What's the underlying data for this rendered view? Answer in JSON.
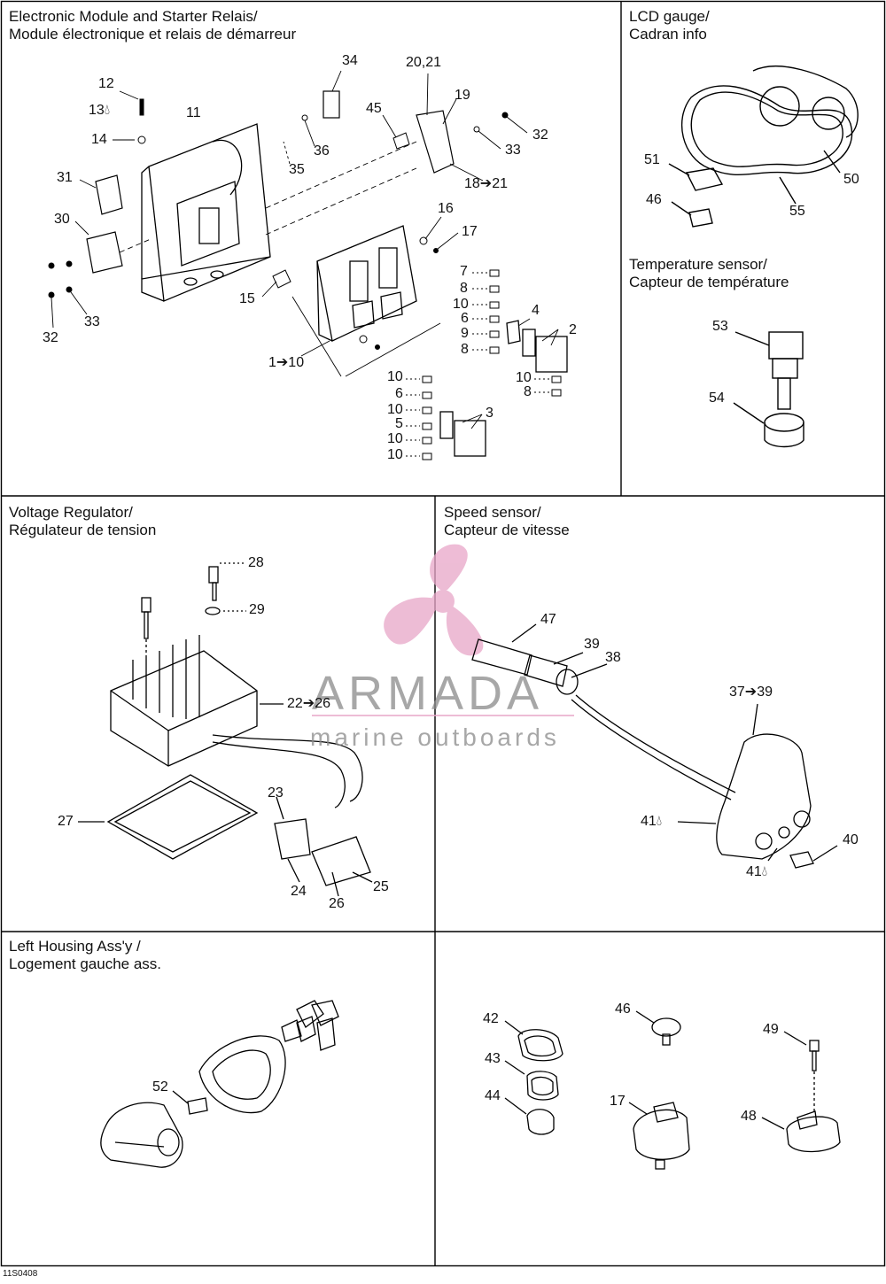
{
  "sections": [
    {
      "id": "electronic-module",
      "title_line1": "Electronic Module and Starter Relais/",
      "title_line2": "Module électronique et relais de démarreur"
    },
    {
      "id": "lcd-gauge",
      "title_line1": "LCD gauge/",
      "title_line2": "Cadran info"
    },
    {
      "id": "temperature-sensor",
      "title_line1": "Temperature sensor/",
      "title_line2": "Capteur de température"
    },
    {
      "id": "voltage-regulator",
      "title_line1": "Voltage Regulator/",
      "title_line2": "Régulateur de tension"
    },
    {
      "id": "speed-sensor",
      "title_line1": "Speed sensor/",
      "title_line2": "Capteur de vitesse"
    },
    {
      "id": "left-housing",
      "title_line1": "Left Housing Ass'y /",
      "title_line2": "Logement gauche ass."
    }
  ],
  "callouts": {
    "c34": "34",
    "c2021": "20,21",
    "c19": "19",
    "c12": "12",
    "c13": "13",
    "c11": "11",
    "c45": "45",
    "c32a": "32",
    "c14": "14",
    "c36": "36",
    "c33a": "33",
    "c35": "35",
    "c1821": "18➔21",
    "c31": "31",
    "c16": "16",
    "c30": "30",
    "c17a": "17",
    "c7": "7",
    "c8a": "8",
    "c15": "15",
    "c10a": "10",
    "c4": "4",
    "c6a": "6",
    "c2": "2",
    "c9": "9",
    "c8b": "8",
    "c32b": "32",
    "c33b": "33",
    "c110": "1➔10",
    "c10b": "10",
    "c8c": "8",
    "c10c": "10",
    "c6b": "6",
    "c10d": "10",
    "c3": "3",
    "c5": "5",
    "c10e": "10",
    "c10f": "10",
    "c51": "51",
    "c50": "50",
    "c46a": "46",
    "c55": "55",
    "c53": "53",
    "c54": "54",
    "c28": "28",
    "c29": "29",
    "c2226": "22➔26",
    "c27": "27",
    "c23": "23",
    "c24": "24",
    "c26": "26",
    "c25": "25",
    "c47": "47",
    "c39": "39",
    "c38": "38",
    "c3739": "37➔39",
    "c41a": "41",
    "c40": "40",
    "c41b": "41",
    "c52": "52",
    "c42": "42",
    "c46b": "46",
    "c49": "49",
    "c43": "43",
    "c44": "44",
    "c17b": "17",
    "c48": "48"
  },
  "watermark": {
    "brand": "ARMADA",
    "tagline": "marine outboards",
    "accent": "#e8a6c8"
  },
  "footer_code": "11S0408"
}
